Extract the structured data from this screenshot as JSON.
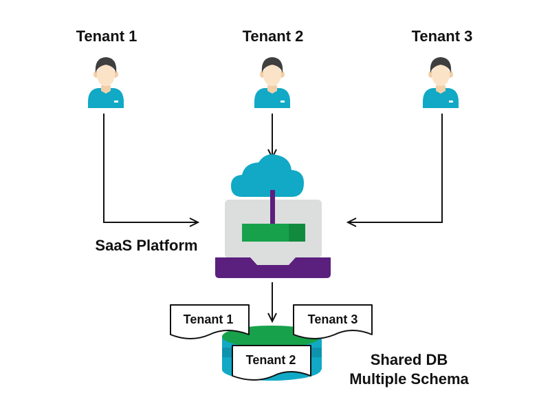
{
  "tenants": [
    {
      "label": "Tenant 1"
    },
    {
      "label": "Tenant 2"
    },
    {
      "label": "Tenant 3"
    }
  ],
  "platform": {
    "label": "SaaS Platform",
    "icon": "cloud-laptop-icon"
  },
  "database": {
    "label_line1": "Shared DB",
    "label_line2": "Multiple Schema",
    "icon": "database-icon",
    "schemas": [
      {
        "label": "Tenant 1"
      },
      {
        "label": "Tenant 2"
      },
      {
        "label": "Tenant 3"
      }
    ]
  },
  "colors": {
    "skin": "#FBE3C8",
    "hair": "#3F3F3F",
    "shirt": "#11A9C5",
    "cloud": "#11A9C5",
    "laptop_screen": "#DCDEDE",
    "laptop_base": "#5B1F7D",
    "stand": "#5B1F7D",
    "bar": "#17A14B",
    "db_top": "#17A14B",
    "db_body": "#11A9C5",
    "arrow": "#111111"
  }
}
